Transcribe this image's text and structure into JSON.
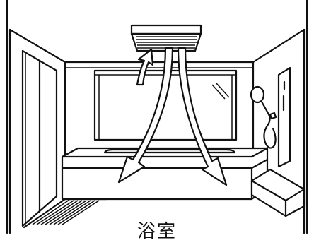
{
  "room": {
    "label": "浴室"
  },
  "airflow": {
    "inflow_arrows": 1,
    "outflow_arrows": 2
  }
}
